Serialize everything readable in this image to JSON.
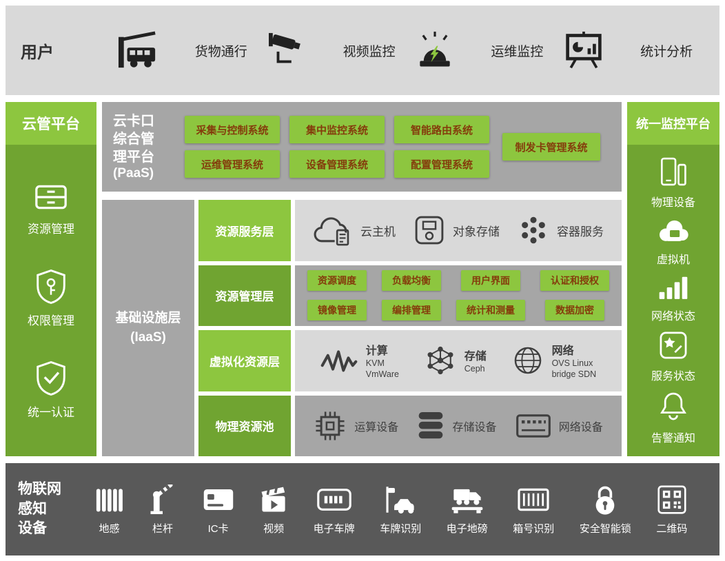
{
  "colors": {
    "bright_green": "#8dc63f",
    "body_green": "#70a431",
    "panel_gray": "#a6a6a6",
    "light_gray": "#d9d9d9",
    "dark_gray": "#595959",
    "system_button_text": "#843c0c",
    "dark_text": "#3f3f3f"
  },
  "top_bar": {
    "title": "用户",
    "items": [
      {
        "label": "货物通行",
        "icon": "truck-gate-icon"
      },
      {
        "label": "视频监控",
        "icon": "cctv-camera-icon"
      },
      {
        "label": "运维监控",
        "icon": "alarm-siren-icon"
      },
      {
        "label": "统计分析",
        "icon": "presentation-chart-icon"
      }
    ]
  },
  "left_panel": {
    "title": "云管平台",
    "items": [
      {
        "label": "资源管理",
        "icon": "drawer-icon"
      },
      {
        "label": "权限管理",
        "icon": "shield-key-icon"
      },
      {
        "label": "统一认证",
        "icon": "shield-check-icon"
      }
    ]
  },
  "paas_panel": {
    "title": "云卡口综合管理平台",
    "subtitle": "(PaaS)",
    "buttons_row1": [
      "采集与控制系统",
      "集中监控系统",
      "智能路由系统"
    ],
    "buttons_row2": [
      "运维管理系统",
      "设备管理系统",
      "配置管理系统"
    ],
    "side_button": "制发卡管理系统"
  },
  "iaas_panel": {
    "title": "基础设施层",
    "subtitle": "(IaaS)",
    "service_layer": {
      "label": "资源服务层",
      "items": [
        {
          "label": "云主机",
          "icon": "cloud-server-icon"
        },
        {
          "label": "对象存储",
          "icon": "object-storage-icon"
        },
        {
          "label": "容器服务",
          "icon": "container-cluster-icon"
        }
      ]
    },
    "management_layer": {
      "label": "资源管理层",
      "chips_row1": [
        "资源调度",
        "负载均衡",
        "用户界面",
        "认证和授权"
      ],
      "chips_row2": [
        "镜像管理",
        "编排管理",
        "统计和测量",
        "数据加密"
      ]
    },
    "virtualization_layer": {
      "label": "虚拟化资源层",
      "items": [
        {
          "title": "计算",
          "sub": "KVM\nVmWare",
          "icon": "waveform-icon"
        },
        {
          "title": "存储",
          "sub": "Ceph",
          "icon": "node-cluster-icon"
        },
        {
          "title": "网络",
          "sub": "OVS Linux\nbridge SDN",
          "icon": "globe-icon"
        }
      ]
    },
    "physical_layer": {
      "label": "物理资源池",
      "items": [
        {
          "label": "运算设备",
          "icon": "chip-icon"
        },
        {
          "label": "存储设备",
          "icon": "database-icon"
        },
        {
          "label": "网络设备",
          "icon": "network-device-icon"
        }
      ]
    }
  },
  "right_panel": {
    "title": "统一监控平台",
    "items": [
      {
        "label": "物理设备",
        "icon": "devices-icon"
      },
      {
        "label": "虚拟机",
        "icon": "cloud-vm-icon"
      },
      {
        "label": "网络状态",
        "icon": "signal-bars-icon"
      },
      {
        "label": "服务状态",
        "icon": "service-status-icon"
      },
      {
        "label": "告警通知",
        "icon": "bell-icon"
      }
    ]
  },
  "bottom_panel": {
    "title_lines": [
      "物联网",
      "感知",
      "设备"
    ],
    "items": [
      {
        "label": "地感",
        "icon": "ground-sensor-icon"
      },
      {
        "label": "栏杆",
        "icon": "barrier-gate-icon"
      },
      {
        "label": "IC卡",
        "icon": "ic-card-icon"
      },
      {
        "label": "视频",
        "icon": "clapperboard-icon"
      },
      {
        "label": "电子车牌",
        "icon": "eplate-icon"
      },
      {
        "label": "车牌识别",
        "icon": "plate-recognition-icon"
      },
      {
        "label": "电子地磅",
        "icon": "weighbridge-icon"
      },
      {
        "label": "箱号识别",
        "icon": "container-id-icon"
      },
      {
        "label": "安全智能锁",
        "icon": "smart-lock-icon"
      },
      {
        "label": "二维码",
        "icon": "qr-code-icon"
      }
    ]
  }
}
